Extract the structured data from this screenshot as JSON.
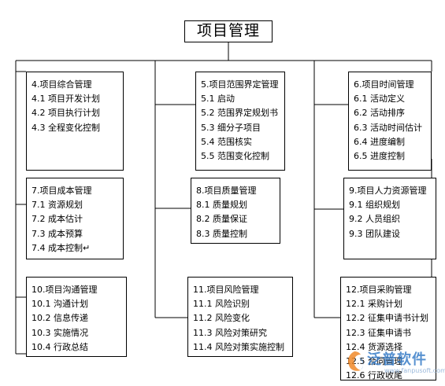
{
  "title": "项目管理",
  "nodes": [
    {
      "heading": "4.项目综合管理",
      "items": [
        "4.1 项目开发计划",
        "4.2 项目执行计划",
        "4.3 全程变化控制"
      ]
    },
    {
      "heading": "5.项目范围界定管理",
      "items": [
        "5.1 启动",
        "5.2 范围界定规划书",
        "5.3 细分子项目",
        "5.4 范围核实",
        "5.5 范围变化控制"
      ]
    },
    {
      "heading": "6.项目时间管理",
      "items": [
        "6.1 活动定义",
        "6.2 活动排序",
        "6.3 活动时间估计",
        "6.4 进度编制",
        "6.5 进度控制"
      ]
    },
    {
      "heading": "7.项目成本管理",
      "items": [
        "7.1 资源规划",
        "7.2 成本估计",
        "7.3 成本预算",
        "7.4 成本控制↵"
      ]
    },
    {
      "heading": "8.项目质量管理",
      "items": [
        "8.1 质量规划",
        "8.2 质量保证",
        "8.3 质量控制"
      ]
    },
    {
      "heading": "9.项目人力资源管理",
      "items": [
        "9.1 组织规划",
        "9.2 人员组织",
        "9.3 团队建设"
      ]
    },
    {
      "heading": "10.项目沟通管理",
      "items": [
        "10.1 沟通计划",
        "10.2 信息传递",
        "10.3 实施情况",
        "10.4 行政总结"
      ]
    },
    {
      "heading": "11.项目风险管理",
      "items": [
        "11.1 风险识别",
        "11.2 风险变化",
        "11.3 风险对策研究",
        "11.4 风险对策实施控制"
      ]
    },
    {
      "heading": "12.项目采购管理",
      "items": [
        "12.1 采购计划",
        "12.2 征集申请书计划",
        "12.3 征集申请书",
        "12.4 货源选择",
        "12.5 合同管理",
        "12.6 行政收尾"
      ]
    }
  ],
  "watermark": {
    "name": "泛普软件",
    "url": "www.fanpusoft.com"
  }
}
